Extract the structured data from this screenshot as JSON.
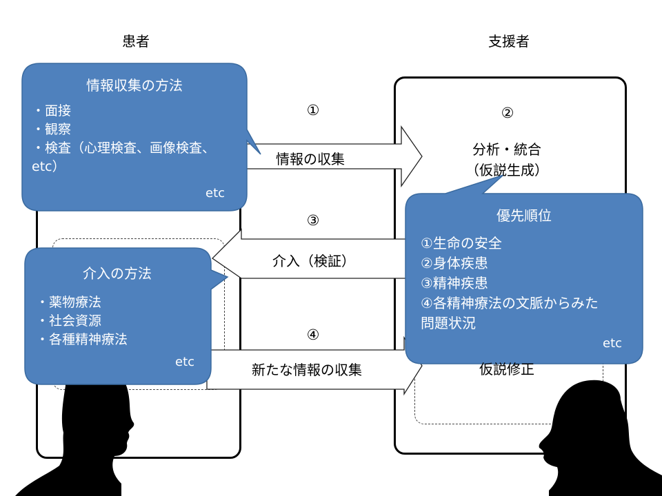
{
  "headings": {
    "patient": "患者",
    "supporter": "支援者"
  },
  "steps": {
    "step1": {
      "number": "①",
      "label": "情報の収集"
    },
    "step2": {
      "number": "②",
      "label_line1": "分析・統合",
      "label_line2": "（仮説生成）"
    },
    "step3": {
      "number": "③",
      "label": "介入（検証）"
    },
    "step4": {
      "number": "④",
      "label": "新たな情報の収集"
    },
    "step4_result": "仮説修正"
  },
  "bubbles": {
    "info_methods": {
      "title": "情報収集の方法",
      "items": [
        "・面接",
        "・観察",
        "・検査（心理検査、画像検査、",
        "etc）"
      ],
      "etc": "etc"
    },
    "intervention_methods": {
      "title": "介入の方法",
      "items": [
        "・薬物療法",
        "・社会資源",
        "・各種精神療法"
      ],
      "etc": "etc"
    },
    "priority": {
      "title": "優先順位",
      "items": [
        "①生命の安全",
        "②身体疾患",
        "③精神疾患",
        "④各精神療法の文脈からみた",
        "問題状況"
      ],
      "etc": "etc"
    }
  },
  "colors": {
    "bubble_fill": "#4f81bd",
    "bubble_stroke": "#3a6a9f",
    "panel_stroke": "#000000",
    "silhouette": "#000000"
  }
}
